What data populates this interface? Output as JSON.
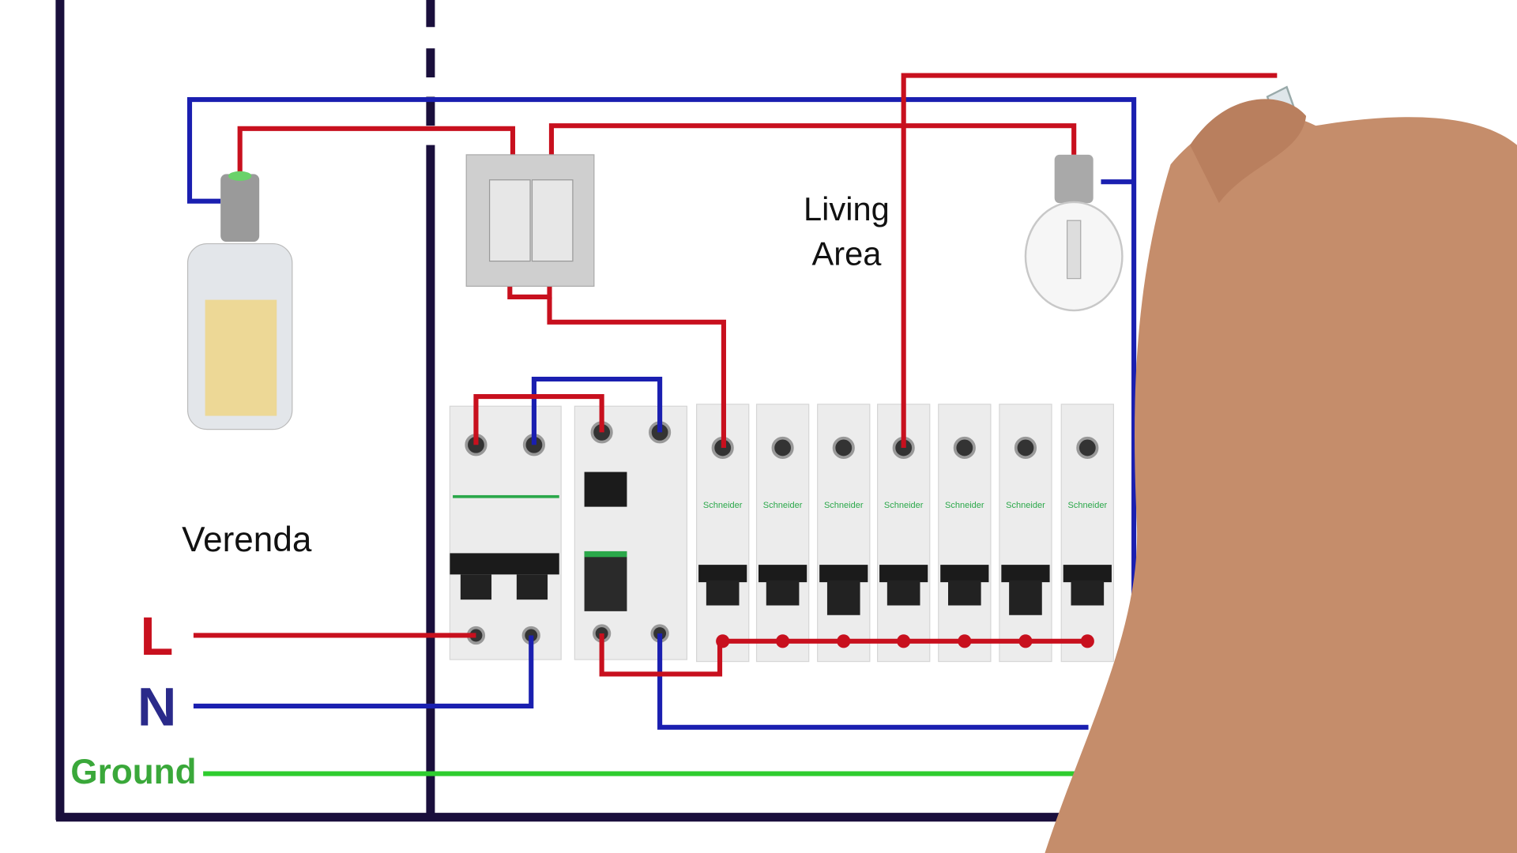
{
  "diagram": {
    "labels": {
      "living_area_line1": "Living",
      "living_area_line2": "Area",
      "verenda": "Verenda",
      "live": "L",
      "neutral": "N",
      "ground": "Ground"
    },
    "breaker_brand": "Schneider",
    "colors": {
      "live": "#c8101e",
      "neutral": "#1a1fb0",
      "ground": "#2ecc2e",
      "wall": "#1a0f3c",
      "label_live": "#c8101e",
      "label_neutral": "#2a2a8a",
      "label_ground": "#3aa83a"
    },
    "icons": [
      "led-corn-bulb-icon",
      "double-switch-icon",
      "halogen-bulb-icon",
      "main-switch-icon",
      "rcd-icon",
      "mcb-icon",
      "socket-icon",
      "hand-with-marker-icon"
    ]
  }
}
